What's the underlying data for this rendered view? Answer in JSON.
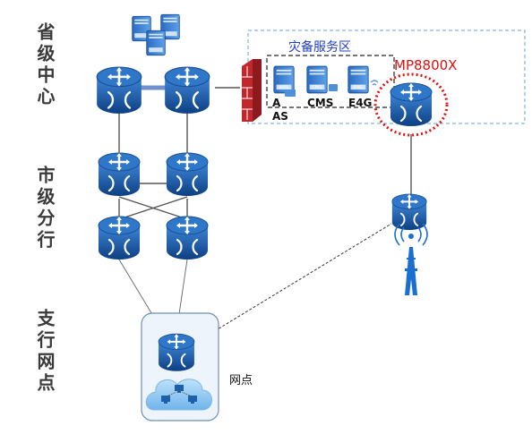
{
  "tiers": [
    {
      "label": "省级中心"
    },
    {
      "label": "市级分行"
    },
    {
      "label": "支行网点"
    }
  ],
  "dr_zone": {
    "title": "灾备服务区"
  },
  "servers": [
    {
      "label": "AAS",
      "tag": "AAS"
    },
    {
      "label": "CMS",
      "tag": "CMS"
    },
    {
      "label": "E4G",
      "tag": "E4G"
    }
  ],
  "highlight_device": {
    "label": "MP8800X",
    "color": "#e01010"
  },
  "branch": {
    "label": "网点"
  },
  "colors": {
    "router": "#1d5fa8",
    "dr_title": "#2040d0",
    "firewall": "#c1272d",
    "tower": "#1a6fd0"
  },
  "icons": [
    "router-icon",
    "server-icon",
    "firewall-icon",
    "cell-tower-icon",
    "cloud-icon",
    "pc-icon"
  ]
}
